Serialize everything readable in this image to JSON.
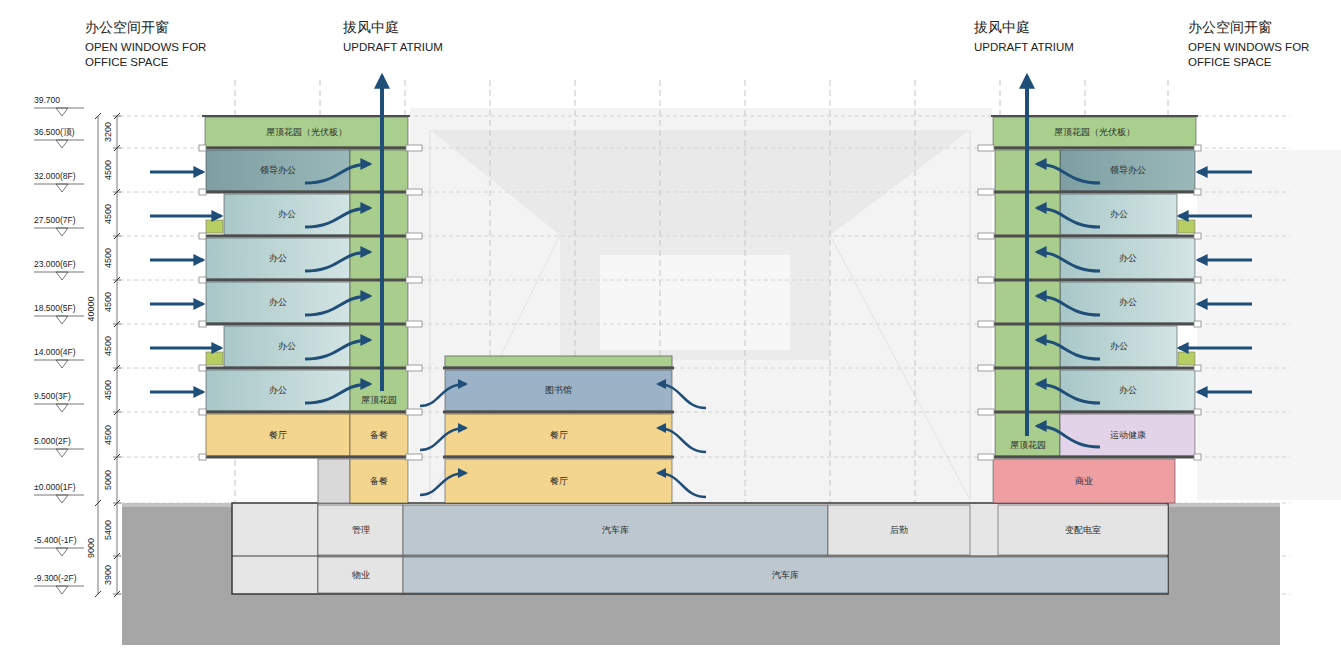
{
  "diagram": {
    "nodes": [
      {
        "text": [
          "屋顶花园（光伏板）"
        ]
      },
      {
        "text": [
          "领导办公"
        ]
      },
      {
        "text": [
          "办公"
        ]
      },
      {
        "text": [
          "办公"
        ]
      },
      {
        "text": [
          "办公"
        ]
      },
      {
        "text": [
          "办公"
        ]
      },
      {
        "text": [
          "办公"
        ]
      },
      {
        "text": [
          "屋顶花园"
        ]
      },
      {
        "text": [
          "餐厅"
        ]
      },
      {
        "text": [
          "备餐"
        ]
      },
      {
        "text": [
          "备餐"
        ]
      },
      {
        "text": [
          "图书馆"
        ]
      },
      {
        "text": [
          "餐厅"
        ]
      },
      {
        "text": [
          "餐厅"
        ]
      },
      {
        "text": [
          "屋顶花园（光伏板）"
        ]
      },
      {
        "text": [
          "领导办公"
        ]
      },
      {
        "text": [
          "办公"
        ]
      },
      {
        "text": [
          "办公"
        ]
      },
      {
        "text": [
          "办公"
        ]
      },
      {
        "text": [
          "办公"
        ]
      },
      {
        "text": [
          "办公"
        ]
      },
      {
        "text": [
          "屋顶花园"
        ]
      },
      {
        "text": [
          "运动健康"
        ]
      },
      {
        "text": [
          "商业"
        ]
      },
      {
        "text": [
          "管理"
        ]
      },
      {
        "text": [
          "汽车库"
        ]
      },
      {
        "text": [
          "后勤"
        ]
      },
      {
        "text": [
          "变配电室"
        ]
      },
      {
        "text": [
          "物业"
        ]
      },
      {
        "text": [
          "汽车库"
        ]
      }
    ],
    "labels": [
      "办公空间开窗",
      "OPEN WINDOWS FOR OFFICE SPACE",
      "拔风中庭",
      "UPDRAFT ATRIUM",
      "拔风中庭",
      "UPDRAFT ATRIUM",
      "办公空间开窗",
      "OPEN WINDOWS FOR OFFICE SPACE",
      "39.700",
      "36.500(顶)",
      "32.000(8F)",
      "27.500(7F)",
      "23.000(6F)",
      "18.500(5F)",
      "14.000(4F)",
      "9.500(3F)",
      "5.000(2F)",
      "±0.000(1F)",
      "-5.400(-1F)",
      "-9.300(-2F)",
      "3200",
      "4500",
      "4500",
      "4500",
      "4500",
      "4500",
      "4500",
      "4500",
      "5000",
      "40000",
      "9000",
      "5400",
      "3900"
    ]
  }
}
